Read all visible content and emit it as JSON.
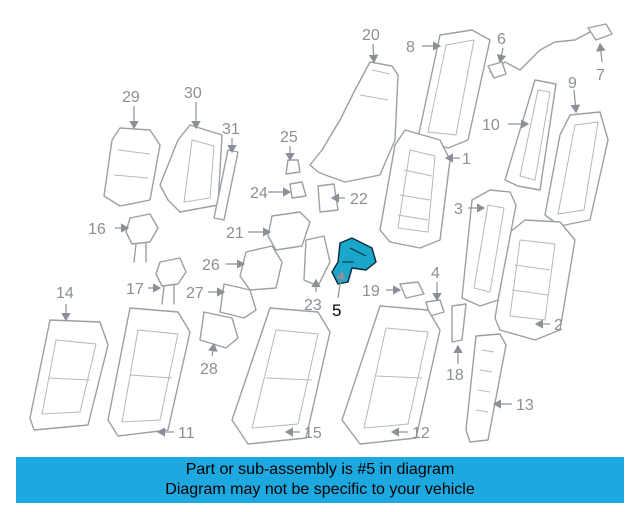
{
  "diagram": {
    "callouts": [
      "1",
      "2",
      "3",
      "4",
      "5",
      "6",
      "7",
      "8",
      "9",
      "10",
      "11",
      "12",
      "13",
      "14",
      "15",
      "16",
      "17",
      "18",
      "19",
      "20",
      "21",
      "22",
      "23",
      "24",
      "25",
      "26",
      "27",
      "28",
      "29",
      "30",
      "31"
    ],
    "highlighted_part": "5",
    "highlight_color": "#1aa6c8",
    "line_color": "#9aa0a6"
  },
  "footer": {
    "line1": "Part or sub-assembly is #5 in diagram",
    "line2": "Diagram may not be specific to your vehicle",
    "background": "#1ea8e0"
  }
}
